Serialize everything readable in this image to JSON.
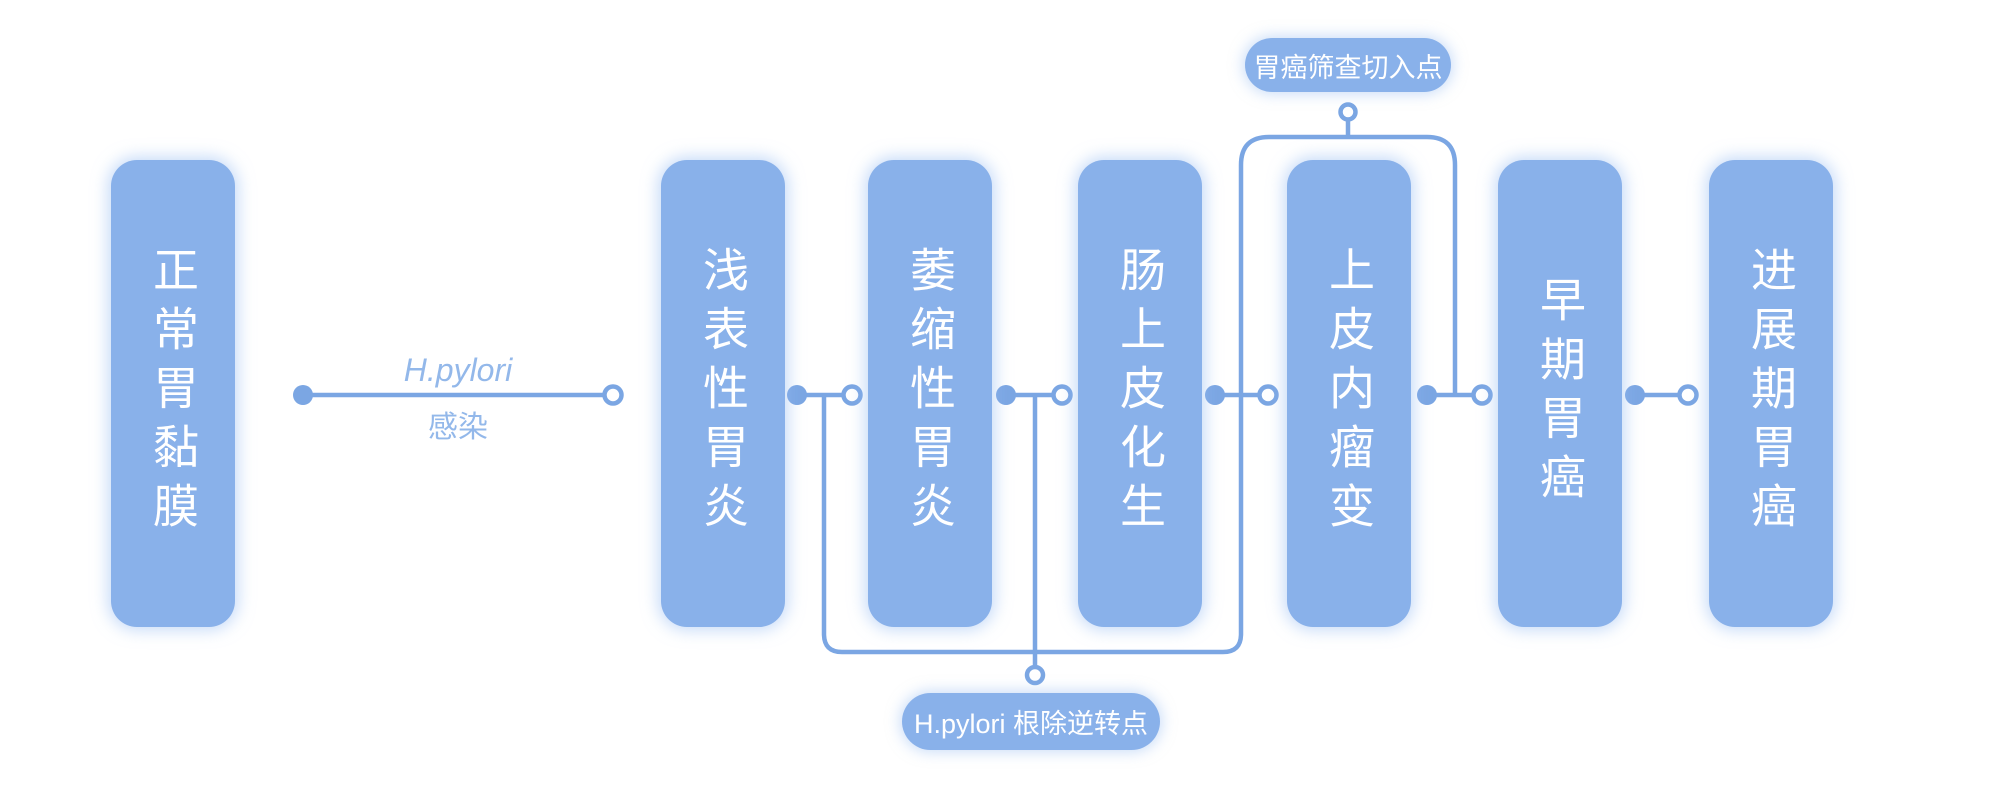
{
  "diagram": {
    "stages": [
      {
        "label": "正常胃黏膜"
      },
      {
        "label": "浅表性胃炎"
      },
      {
        "label": "萎缩性胃炎"
      },
      {
        "label": "肠上皮化生"
      },
      {
        "label": "上皮内瘤变"
      },
      {
        "label": "早期胃癌"
      },
      {
        "label": "进展期胃癌"
      }
    ],
    "first_edge_label": {
      "line1": "H.pylori",
      "line2": "感染"
    },
    "callouts": {
      "screening": "胃癌筛查切入点",
      "eradication": "H.pylori 根除逆转点"
    },
    "colors": {
      "node_fill": "#89B1EA",
      "wire": "#7BA6E3",
      "node_text": "#FFFFFF",
      "edge_label_text": "#93B8EA",
      "background": "#FFFFFF"
    }
  }
}
